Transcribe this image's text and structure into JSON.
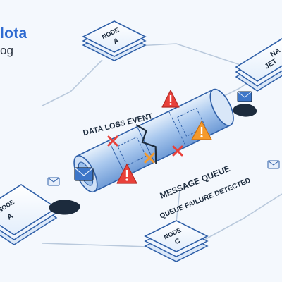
{
  "brand": {
    "title": "lota",
    "subtitle": "og"
  },
  "nodes": {
    "top": {
      "line1": "NODE",
      "line2": "A"
    },
    "left": {
      "line1": "NODE",
      "line2": "A"
    },
    "bottom": {
      "line1": "NODE",
      "line2": "C"
    },
    "right": {
      "line1": "NA",
      "line2": "JET"
    }
  },
  "labels": {
    "data_loss": "DATA LOSS EVENT",
    "message_queue": "MESSAGE QUEUE",
    "queue_failure": "QUEUE FAILURE DETECTED"
  },
  "colors": {
    "background": "#f4f8fd",
    "accent": "#2f6bd1",
    "warning_orange": "#f59a2c",
    "alert_red": "#e8403a",
    "queue_blue": "#9cc0ec",
    "ink": "#1c2b3d"
  },
  "icons": [
    "warning-triangle-icon",
    "error-x-icon",
    "envelope-icon",
    "spill-puddle-icon"
  ]
}
